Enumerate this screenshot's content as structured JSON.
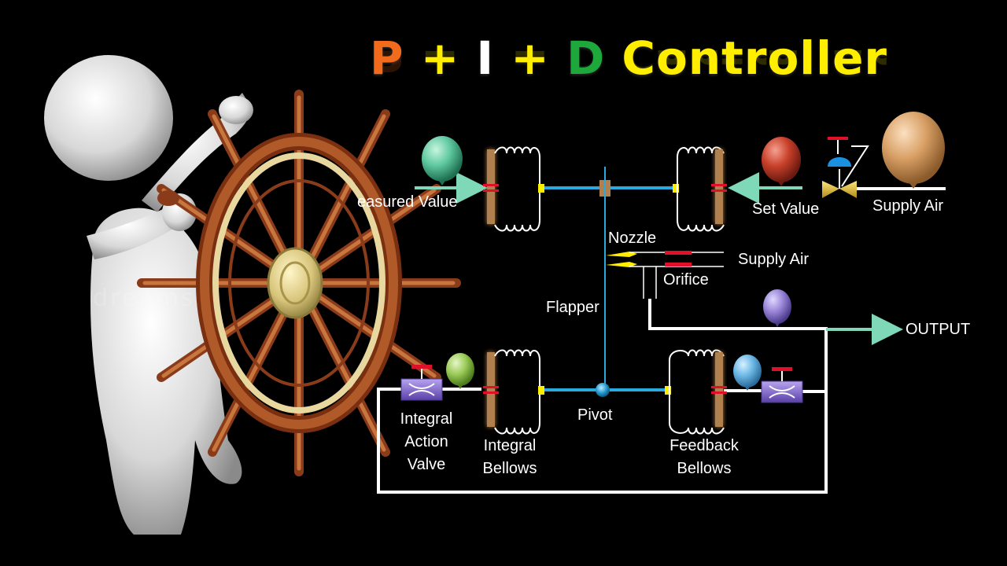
{
  "title": {
    "parts": [
      {
        "text": "P",
        "color": "#f26a1b"
      },
      {
        "text": " + ",
        "color": "#ffee00"
      },
      {
        "text": "I",
        "color": "#ffffff"
      },
      {
        "text": " + ",
        "color": "#ffee00"
      },
      {
        "text": "D",
        "color": "#1ea83c"
      },
      {
        "text": " Controller",
        "color": "#ffee00"
      }
    ]
  },
  "labels": {
    "measured_value": "easured Value",
    "set_value": "Set Value",
    "supply_air_top": "Supply Air",
    "nozzle": "Nozzle",
    "supply_air_mid": "Supply Air",
    "orifice": "Orifice",
    "flapper": "Flapper",
    "output": "OUTPUT",
    "pivot": "Pivot",
    "integral_action_valve": [
      "Integral",
      "Action",
      "Valve"
    ],
    "integral_bellows": [
      "Integral",
      "Bellows"
    ],
    "feedback_bellows": [
      "Feedback",
      "Bellows"
    ]
  },
  "watermark": "dreams",
  "colors": {
    "signal_line": "#2aa8e0",
    "arrow": "#7fd8b8",
    "pipe": "#ffffff",
    "balloon_measured": "#5fc9a0",
    "balloon_set": "#c8402a",
    "balloon_supply": "#d9a066",
    "balloon_output": "#9a86d8",
    "balloon_integral": "#9ccc5a",
    "balloon_feedback": "#6cb8e6",
    "valve_body": "#8a6fd6",
    "valve_stem": "#e0102a",
    "bellows_rod": "#b08050",
    "wheel_wood": "#9a4a24"
  },
  "icons": [
    "figure-with-ship-wheel",
    "balloon-icon",
    "bellows-icon",
    "needle-valve-icon",
    "pressure-regulator-icon"
  ]
}
